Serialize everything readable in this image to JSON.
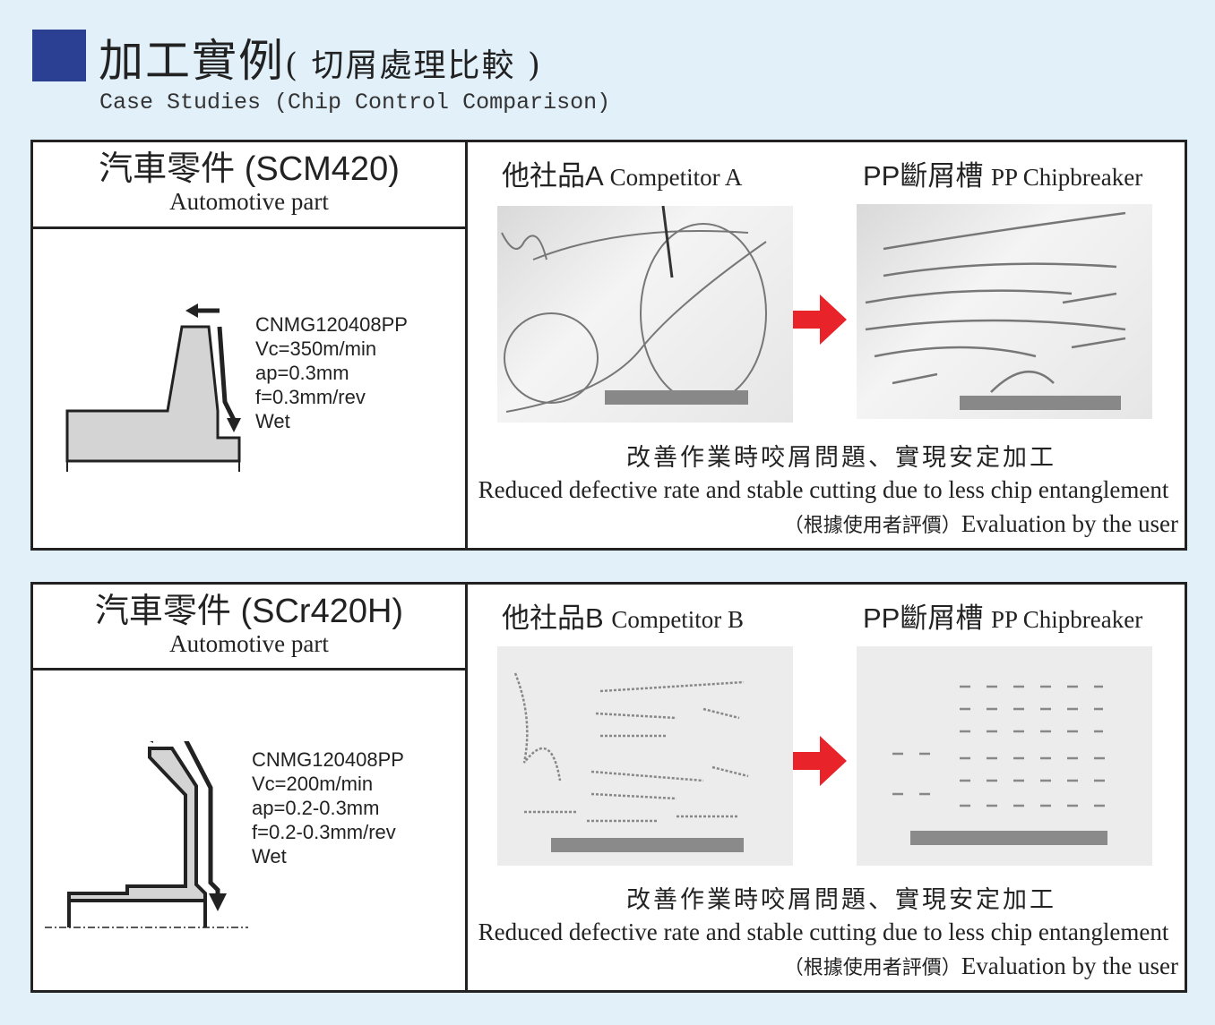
{
  "header": {
    "title_main": "加工實例",
    "title_paren": "( 切屑處理比較 )",
    "subtitle": "Case Studies (Chip Control Comparison)"
  },
  "cases": [
    {
      "part_zh": "汽車零件 (SCM420)",
      "part_en": "Automotive part",
      "params": [
        "CNMG120408PP",
        "Vc=350m/min",
        "ap=0.3mm",
        "f=0.3mm/rev",
        "Wet"
      ],
      "competitor_zh": "他社品A",
      "competitor_en": "Competitor A",
      "pp_zh": "PP斷屑槽",
      "pp_en": "PP Chipbreaker",
      "result_zh": "改善作業時咬屑問題、實現安定加工",
      "result_en": "Reduced defective rate and stable cutting due to less chip entanglement",
      "eval_zh": "（根據使用者評價）",
      "eval_en": "Evaluation by the user"
    },
    {
      "part_zh": "汽車零件 (SCr420H)",
      "part_en": "Automotive part",
      "params": [
        "CNMG120408PP",
        "Vc=200m/min",
        "ap=0.2-0.3mm",
        "f=0.2-0.3mm/rev",
        "Wet"
      ],
      "competitor_zh": "他社品B",
      "competitor_en": "Competitor B",
      "pp_zh": "PP斷屑槽",
      "pp_en": "PP Chipbreaker",
      "result_zh": "改善作業時咬屑問題、實現安定加工",
      "result_en": "Reduced defective rate and stable cutting due to less chip entanglement",
      "eval_zh": "（根據使用者評價）",
      "eval_en": "Evaluation by the user"
    }
  ],
  "colors": {
    "accent": "#2b3f93",
    "arrow": "#e8232a",
    "background": "#e2f0fa"
  }
}
